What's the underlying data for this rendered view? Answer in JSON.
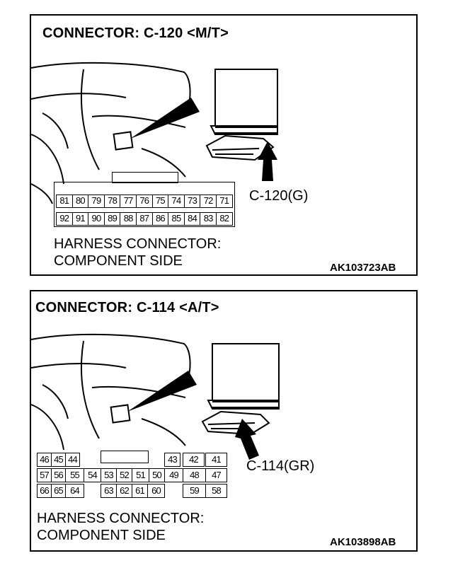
{
  "panels": [
    {
      "title": "CONNECTOR: C-120 <M/T>",
      "callout": "C-120(G)",
      "harness_line1": "HARNESS CONNECTOR:",
      "harness_line2": "COMPONENT SIDE",
      "code": "AK103723AB",
      "pins_row1": [
        "81",
        "80",
        "79",
        "78",
        "77",
        "76",
        "75",
        "74",
        "73",
        "72",
        "71"
      ],
      "pins_row2": [
        "92",
        "91",
        "90",
        "89",
        "88",
        "87",
        "86",
        "85",
        "84",
        "83",
        "82"
      ]
    },
    {
      "title": "CONNECTOR: C-114 <A/T>",
      "callout": "C-114(GR)",
      "harness_line1": "HARNESS CONNECTOR:",
      "harness_line2": "COMPONENT SIDE",
      "code": "AK103898AB",
      "pins_row1": [
        "46",
        "45",
        "44",
        "43",
        "42",
        "41"
      ],
      "pins_row2": [
        "57",
        "56",
        "55",
        "54",
        "53",
        "52",
        "51",
        "50",
        "49",
        "48",
        "47"
      ],
      "pins_row3": [
        "66",
        "65",
        "64",
        "63",
        "62",
        "61",
        "60",
        "59",
        "58"
      ]
    }
  ]
}
